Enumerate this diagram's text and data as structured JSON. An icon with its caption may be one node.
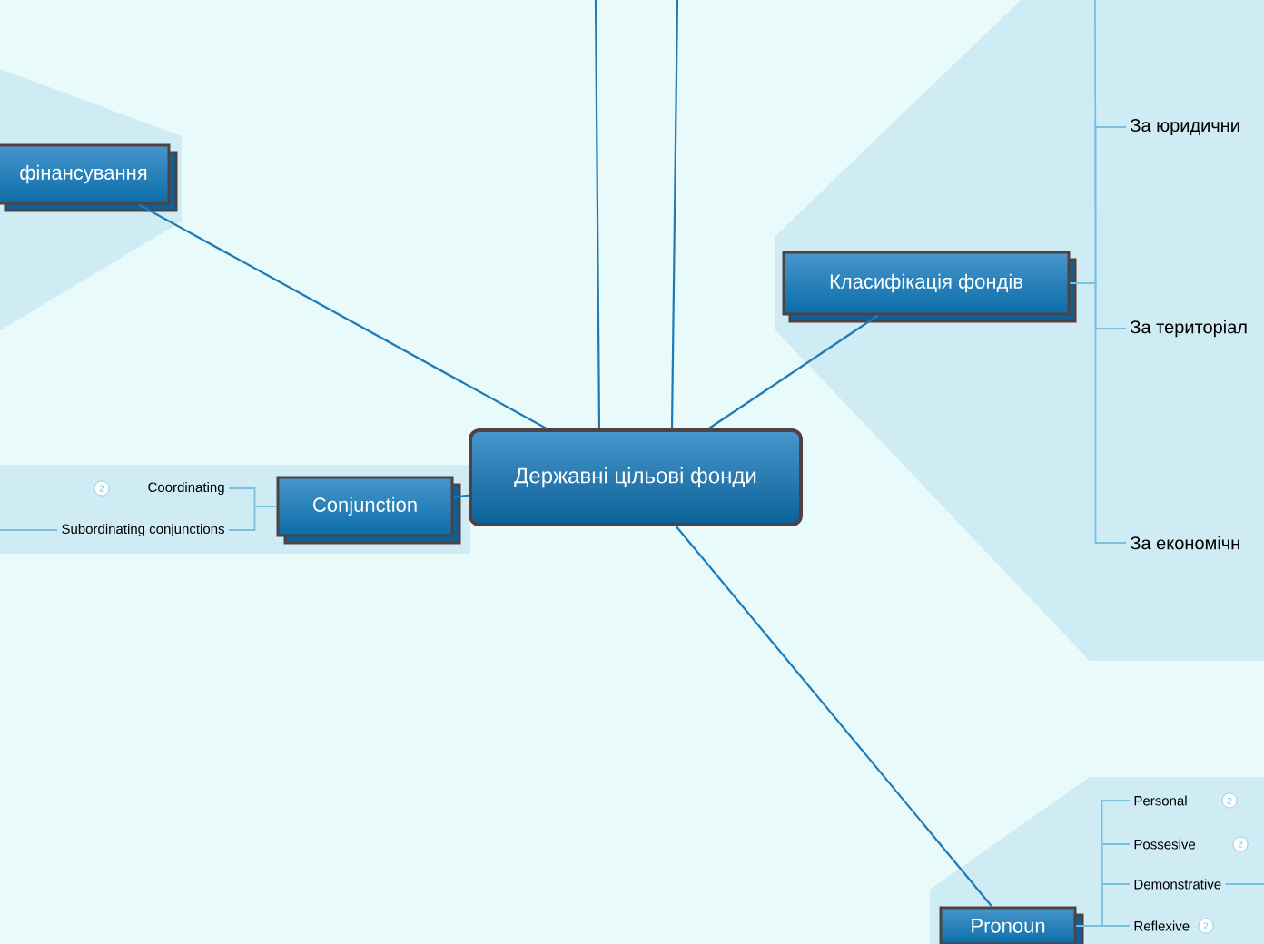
{
  "diagram": {
    "nodes": [
      {
        "text": [
          "Державні цільові фонди"
        ]
      },
      {
        "text": [
          "фінансування"
        ]
      },
      {
        "text": [
          "Conjunction"
        ]
      },
      {
        "text": [
          "Coordinating"
        ]
      },
      {
        "text": [
          "Subordinating conjunctions"
        ]
      },
      {
        "text": [
          "Класифікація фондів"
        ]
      },
      {
        "text": [
          "За юридични"
        ]
      },
      {
        "text": [
          "За територіал"
        ]
      },
      {
        "text": [
          "За економічн"
        ]
      },
      {
        "text": [
          "Pronoun"
        ]
      },
      {
        "text": [
          "Personal"
        ]
      },
      {
        "text": [
          "Possesive"
        ]
      },
      {
        "text": [
          "Demonstrative"
        ]
      },
      {
        "text": [
          "Reflexive"
        ]
      }
    ],
    "edges": [
      {
        "from": 0,
        "to": 1,
        "arrow": "none",
        "color": "#1f7ab8"
      },
      {
        "from": 0,
        "to": null,
        "arrow": "none",
        "color": "#1f7ab8"
      },
      {
        "from": 0,
        "to": null,
        "arrow": "none",
        "color": "#1f7ab8"
      },
      {
        "from": 0,
        "to": 5,
        "arrow": "none",
        "color": "#1f7ab8"
      },
      {
        "from": 0,
        "to": 2,
        "arrow": "none",
        "color": "#1f7ab8"
      },
      {
        "from": 0,
        "to": 9,
        "arrow": "none",
        "color": "#1f7ab8"
      },
      {
        "from": 2,
        "to": 3,
        "arrow": "none"
      },
      {
        "from": 2,
        "to": 4,
        "arrow": "none"
      },
      {
        "from": 4,
        "to": null,
        "arrow": "none"
      },
      {
        "from": 5,
        "to": null,
        "arrow": "none"
      },
      {
        "from": 5,
        "to": 6,
        "arrow": "none"
      },
      {
        "from": 5,
        "to": 7,
        "arrow": "none"
      },
      {
        "from": 5,
        "to": 8,
        "arrow": "none"
      },
      {
        "from": 9,
        "to": 10,
        "arrow": "none"
      },
      {
        "from": 9,
        "to": 11,
        "arrow": "none"
      },
      {
        "from": 9,
        "to": 12,
        "arrow": "none"
      },
      {
        "from": 9,
        "to": 13,
        "arrow": "none"
      },
      {
        "from": 12,
        "to": null,
        "arrow": "none"
      }
    ],
    "labels": [
      "2",
      "2",
      "2",
      "2"
    ]
  }
}
